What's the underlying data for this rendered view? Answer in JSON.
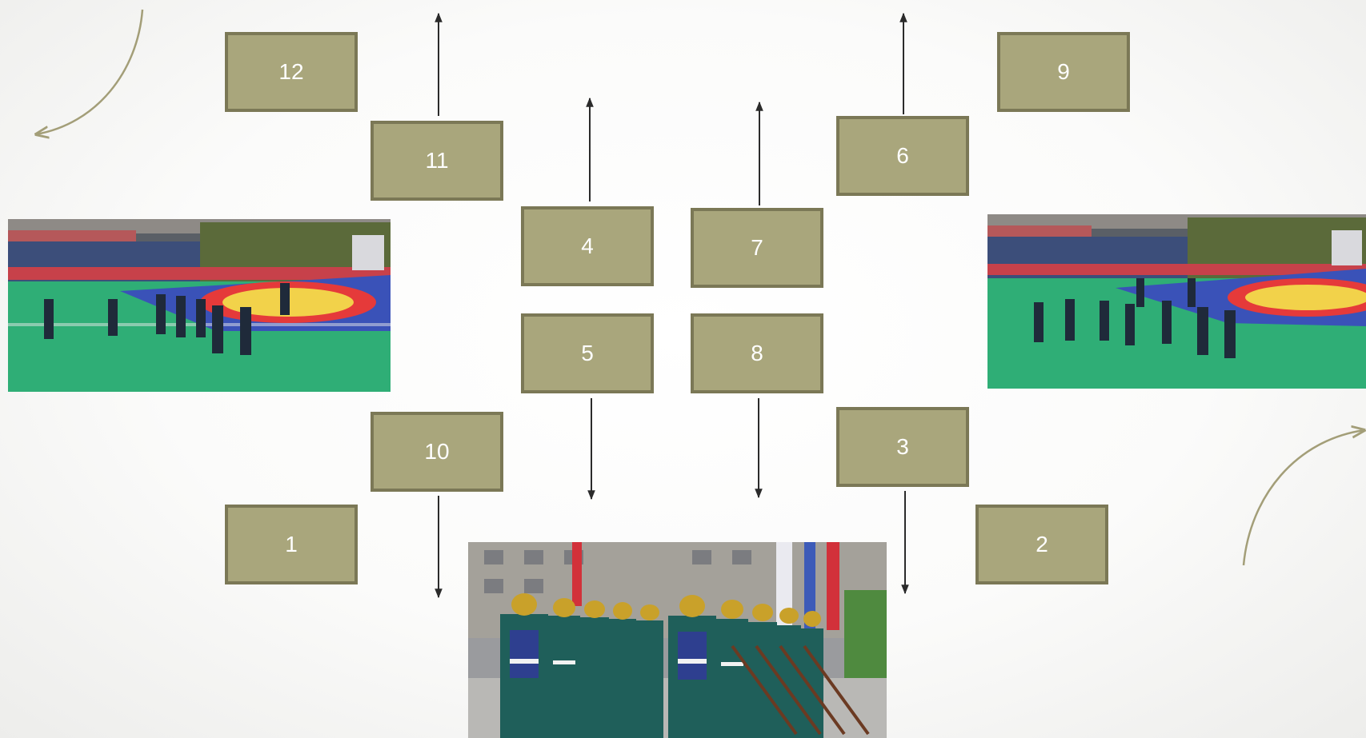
{
  "slide": {
    "boxes": {
      "b1": "1",
      "b2": "2",
      "b3": "3",
      "b4": "4",
      "b5": "5",
      "b6": "6",
      "b7": "7",
      "b8": "8",
      "b9": "9",
      "b10": "10",
      "b11": "11",
      "b12": "12"
    },
    "colors": {
      "box_fill": "#a9a67c",
      "box_border": "#7b7856",
      "arrow": "#2b2b2b",
      "curve": "#a39e78"
    },
    "photos": [
      {
        "name": "photo-gym-left",
        "subject": "honor guard formation on wrestling mat in sports hall"
      },
      {
        "name": "photo-gym-right",
        "subject": "honor guard marching past wrestling mat in sports hall"
      },
      {
        "name": "photo-parade",
        "subject": "ceremonial guard marching in dress uniforms with rifles"
      }
    ]
  }
}
